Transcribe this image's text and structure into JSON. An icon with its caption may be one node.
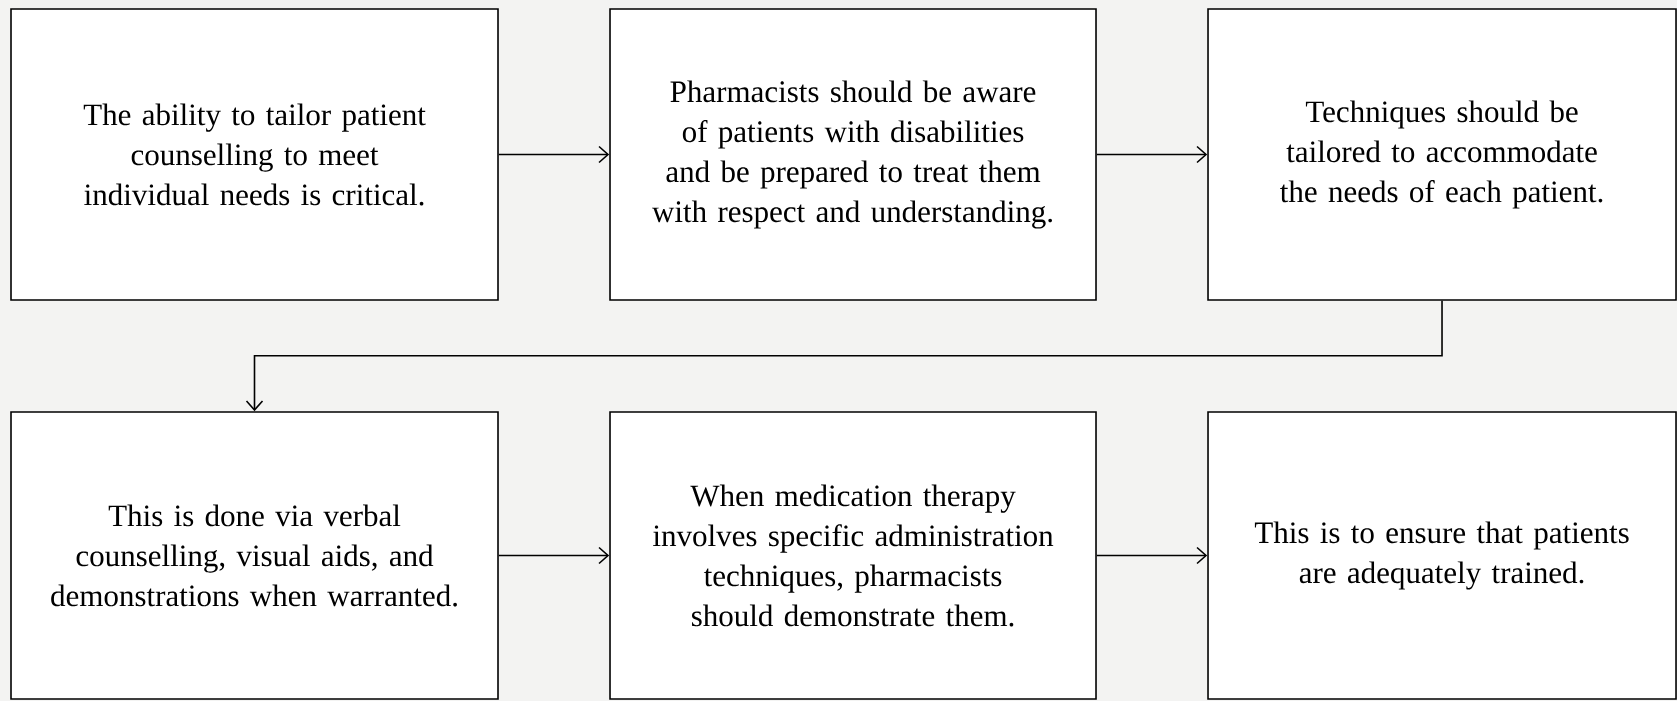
{
  "diagram": {
    "nodes": [
      {
        "text": [
          "The ability to tailor patient counselling to meet individual needs is critical."
        ]
      },
      {
        "text": [
          "Pharmacists should be aware of patients with disabilities and be prepared to treat them with respect and understanding."
        ]
      },
      {
        "text": [
          "Techniques should be tailored to accommodate the needs of each patient."
        ]
      },
      {
        "text": [
          "This is done via verbal counselling, visual aids, and demonstrations when warranted."
        ]
      },
      {
        "text": [
          "When medication therapy involves specific administration techniques, pharmacists should demonstrate them."
        ]
      },
      {
        "text": [
          "This is to ensure that patients are adequately trained."
        ]
      }
    ],
    "edges": [
      {
        "from": 0,
        "to": 1,
        "arrow": "to"
      },
      {
        "from": 1,
        "to": 2,
        "arrow": "to"
      },
      {
        "from": 2,
        "to": 3,
        "arrow": "to"
      },
      {
        "from": 3,
        "to": 4,
        "arrow": "to"
      },
      {
        "from": 4,
        "to": 5,
        "arrow": "to"
      }
    ]
  }
}
